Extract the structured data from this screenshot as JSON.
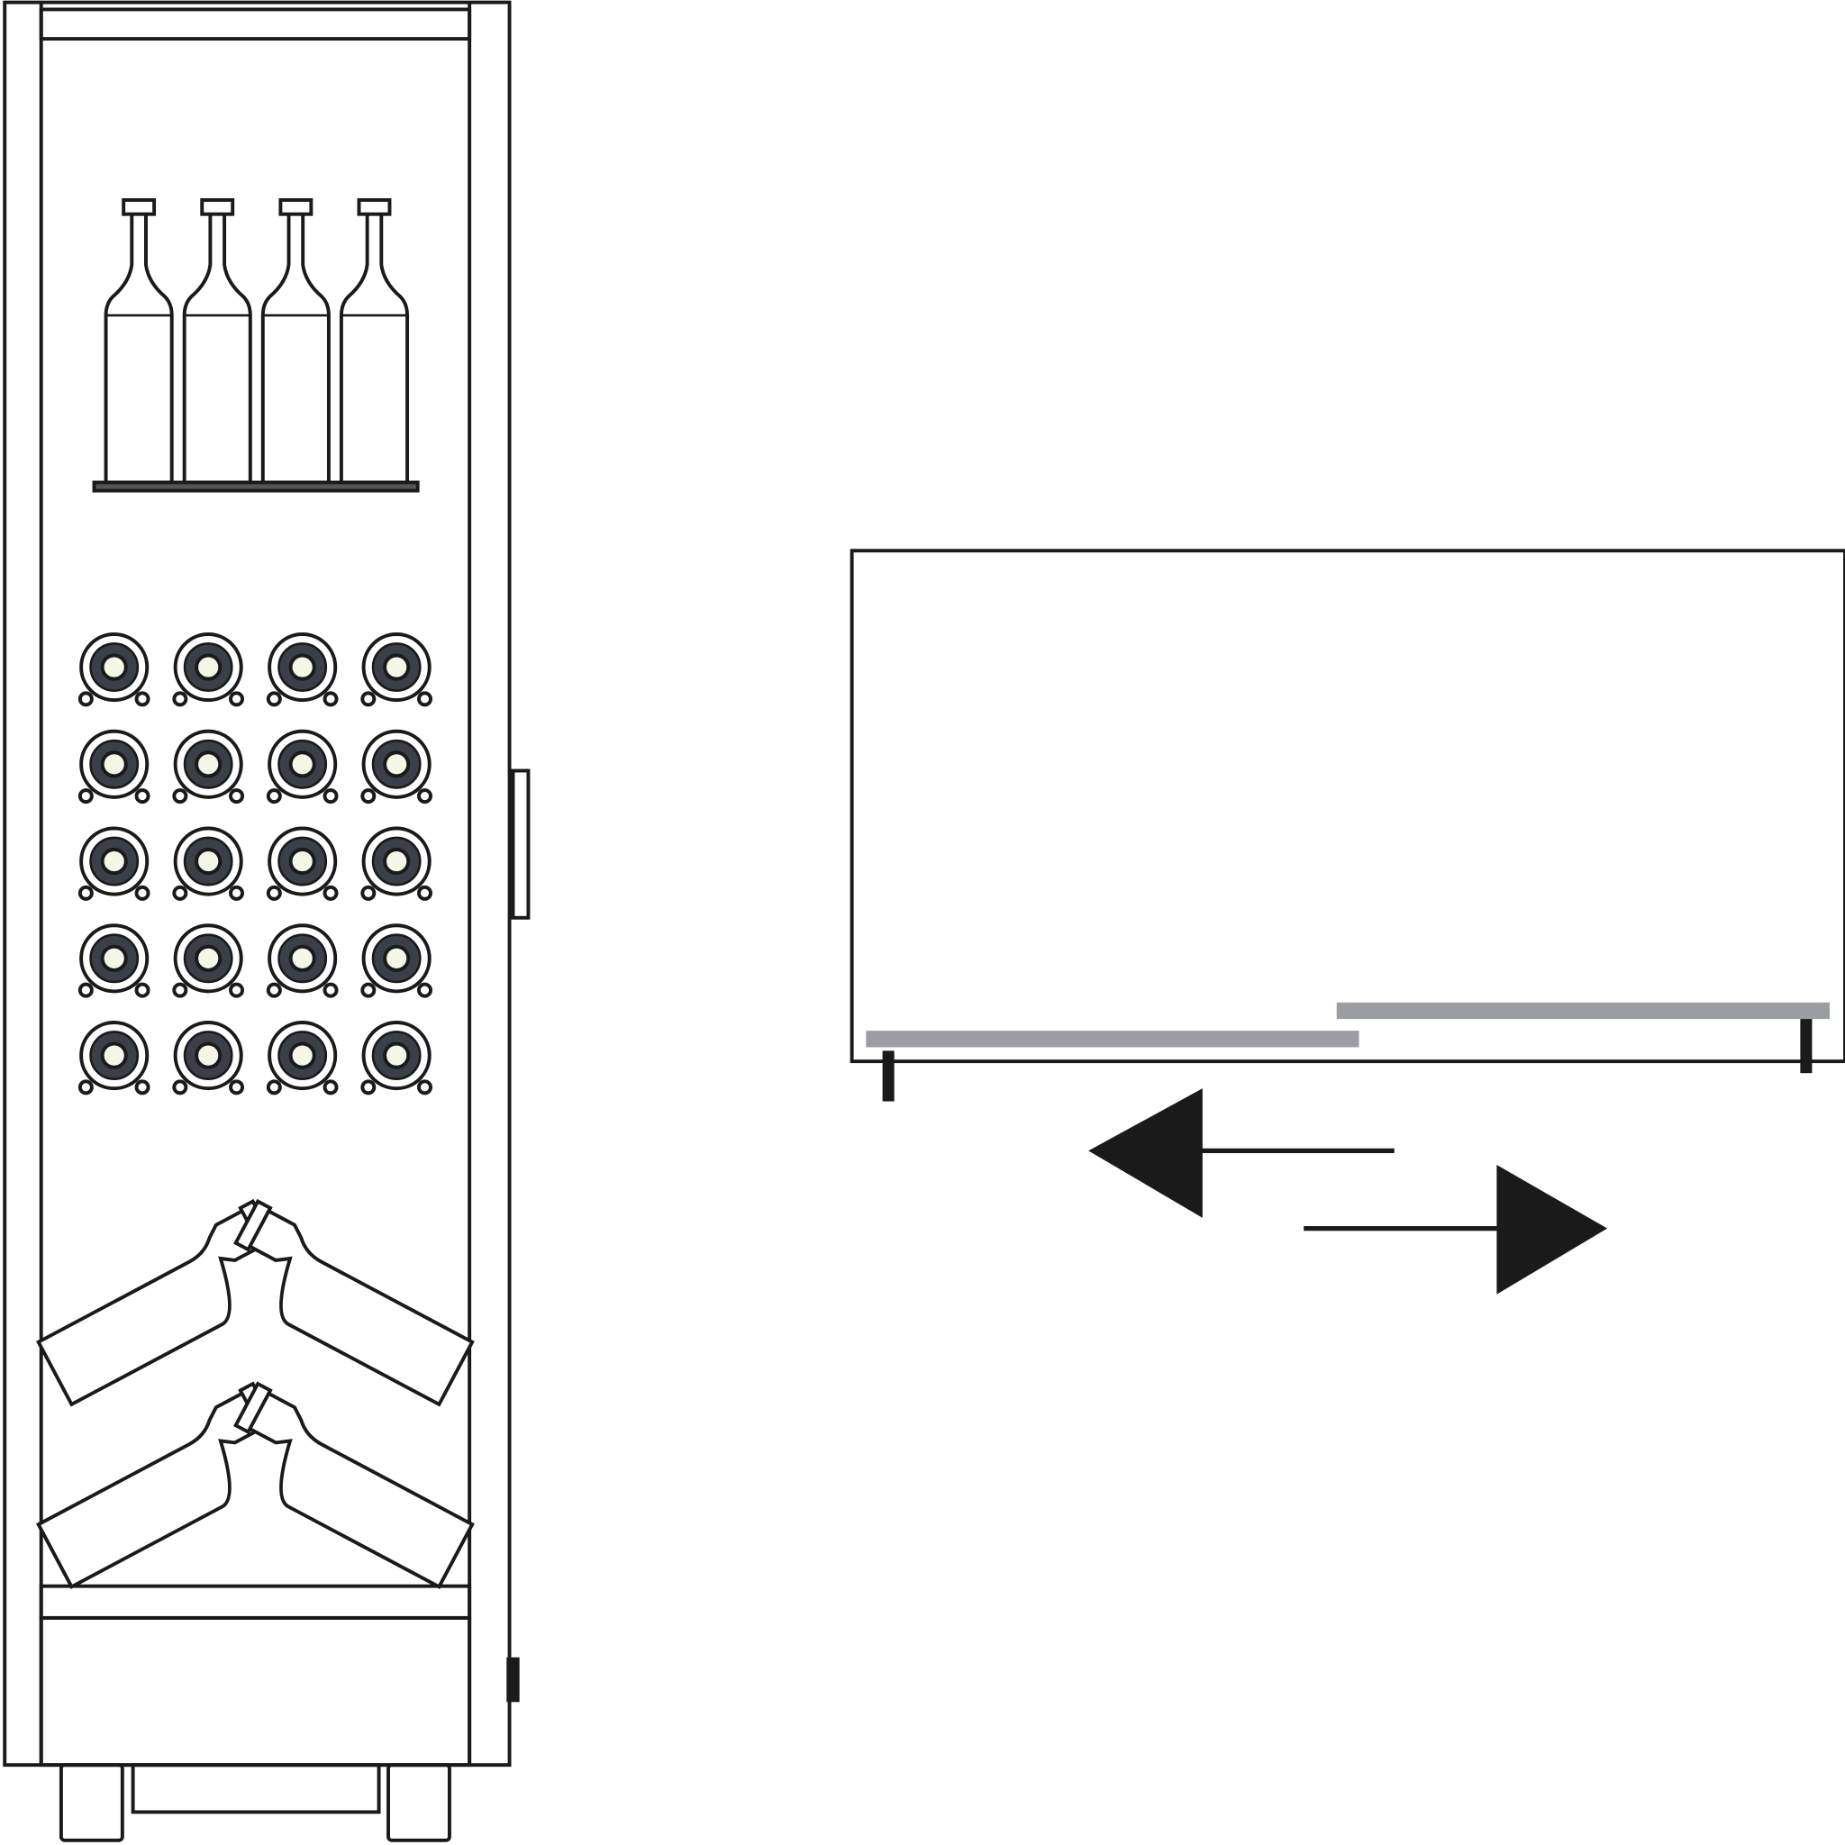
{
  "colors": {
    "stroke": "#1a1a1a",
    "background": "#ffffff",
    "shelf_grey": "#9a9ea3",
    "bottle_end_fill": "#f4f6e6",
    "bottle_end_ring": "#3a3f4a"
  },
  "cabinet": {
    "upright_bottle_count": 4,
    "bottle_end_rows": 5,
    "bottle_end_columns": 4,
    "angled_rack_count": 2
  },
  "sliding_shelf": {
    "directions": [
      "left",
      "right"
    ]
  }
}
